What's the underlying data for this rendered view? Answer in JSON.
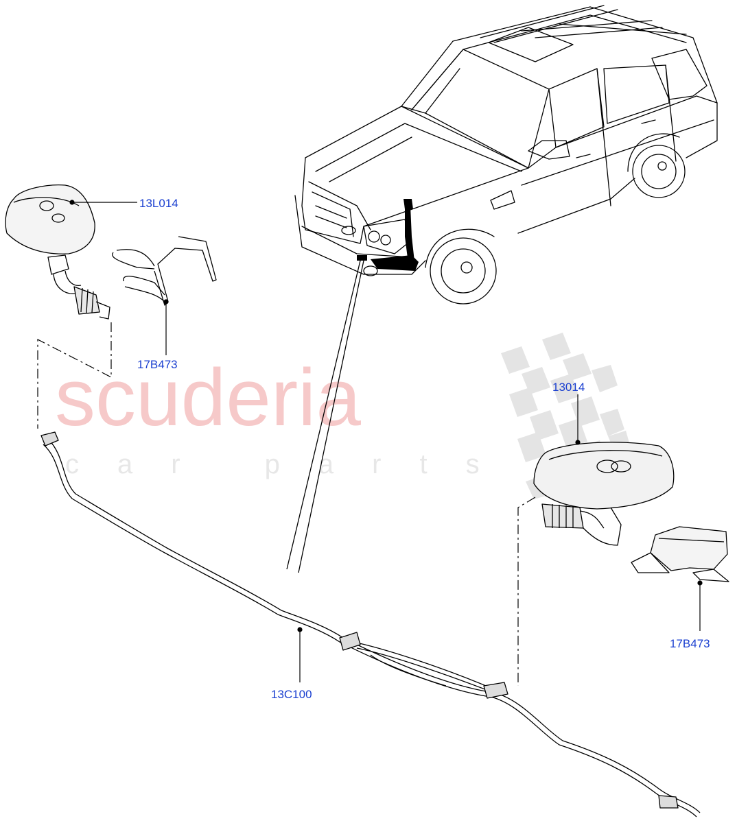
{
  "watermark": {
    "brand": "scuderia",
    "tagline": "car parts",
    "brand_color": "#f6c9c9",
    "tagline_color": "#e7e7e7",
    "flag_color": "#e4e4e4"
  },
  "colors": {
    "label": "#1a3fd0",
    "line": "#000000"
  },
  "parts": [
    {
      "id": "p1",
      "label": "13L014"
    },
    {
      "id": "p2",
      "label": "17B473"
    },
    {
      "id": "p3",
      "label": "13014"
    },
    {
      "id": "p4",
      "label": "17B473"
    },
    {
      "id": "p5",
      "label": "13C100"
    }
  ]
}
